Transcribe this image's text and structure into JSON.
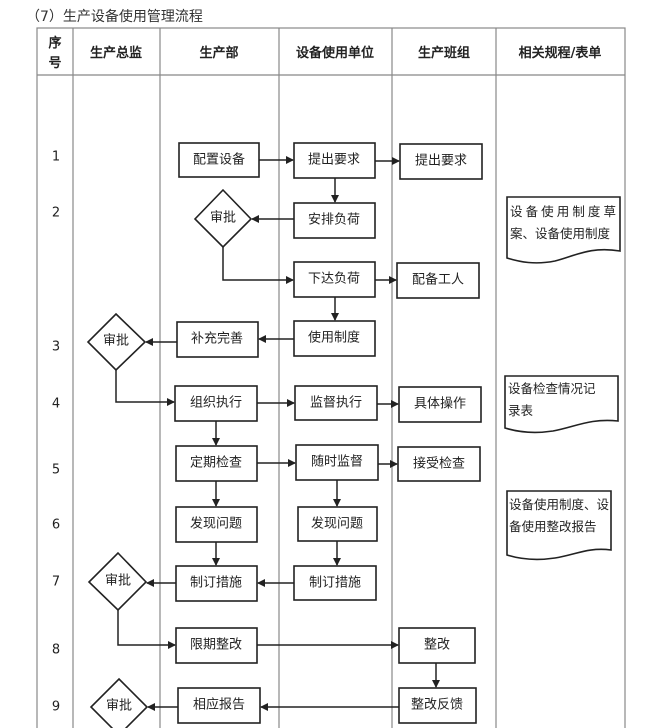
{
  "title": "（7）生产设备使用管理流程",
  "headers": {
    "seq_line1": "序",
    "seq_line2": "号",
    "director": "生产总监",
    "production_dept": "生产部",
    "equipment_unit": "设备使用单位",
    "production_team": "生产班组",
    "related_docs": "相关规程/表单"
  },
  "row_numbers": [
    "1",
    "2",
    "3",
    "4",
    "5",
    "6",
    "7",
    "8",
    "9"
  ],
  "nodes": {
    "configure_equipment": "配置设备",
    "raise_requirements_unit": "提出要求",
    "raise_requirements_team": "提出要求",
    "approve_1": "审批",
    "arrange_load": "安排负荷",
    "issue_load": "下达负荷",
    "assign_workers": "配备工人",
    "usage_rules": "使用制度",
    "supplement": "补充完善",
    "approve_3": "审批",
    "organize_execution": "组织执行",
    "supervise_execution": "监督执行",
    "specific_operation": "具体操作",
    "periodic_check": "定期检查",
    "random_supervision": "随时监督",
    "accept_check": "接受检查",
    "find_problem_dept": "发现问题",
    "find_problem_unit": "发现问题",
    "make_measures_dept": "制订措施",
    "make_measures_unit": "制订措施",
    "approve_7": "审批",
    "deadline_rectify": "限期整改",
    "rectify": "整改",
    "rectify_feedback": "整改反馈",
    "corresponding_report": "相应报告",
    "approve_9": "审批"
  },
  "documents": [
    {
      "line1": "设备使用制度草",
      "line2": "案、设备使用制度"
    },
    {
      "line1": "设备检查情况记",
      "line2": "录表"
    },
    {
      "line1": "设备使用制度、设",
      "line2": "备使用整改报告"
    }
  ]
}
